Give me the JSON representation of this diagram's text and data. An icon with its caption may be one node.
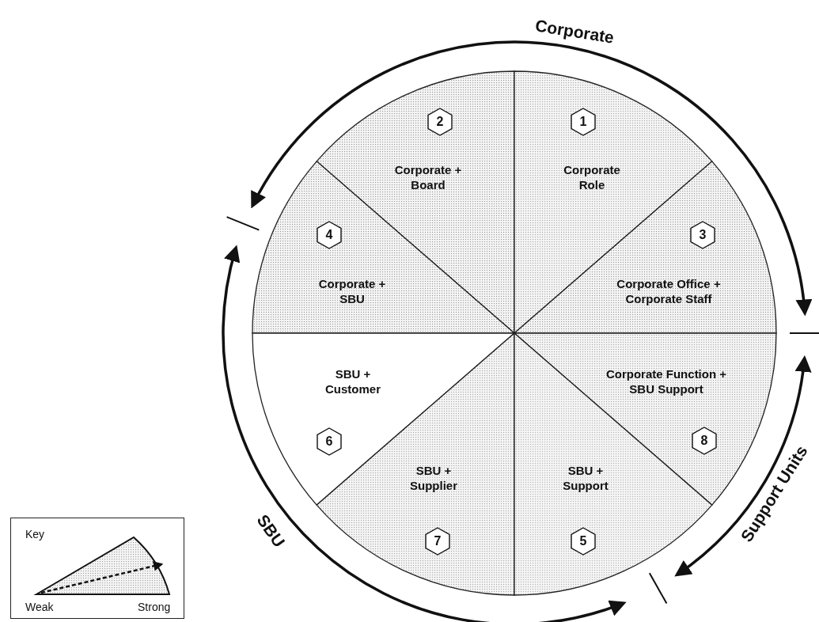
{
  "diagram": {
    "nodes": [
      {
        "text": [
          "Corporate + Board"
        ]
      },
      {
        "text": [
          "2"
        ],
        "in": 0
      },
      {
        "text": [
          "Corporate Role"
        ]
      },
      {
        "text": [
          "1"
        ],
        "in": 2
      },
      {
        "text": [
          "Corporate + SBU"
        ]
      },
      {
        "text": [
          "4"
        ],
        "in": 4
      },
      {
        "text": [
          "Corporate Office + Corporate Staff"
        ]
      },
      {
        "text": [
          "3"
        ],
        "in": 6
      },
      {
        "text": [
          "SBU + Customer"
        ]
      },
      {
        "text": [
          "6"
        ],
        "in": 8
      },
      {
        "text": [
          "Corporate Function + SBU Support"
        ]
      },
      {
        "text": [
          "8"
        ],
        "in": 10
      },
      {
        "text": [
          "SBU + Supplier"
        ]
      },
      {
        "text": [
          "7"
        ],
        "in": 12
      },
      {
        "text": [
          "SBU + Support"
        ]
      },
      {
        "text": [
          "5"
        ],
        "in": 14
      }
    ],
    "labels": [
      "Corporate",
      "Support Units",
      "SBU",
      "Key",
      "Weak",
      "Strong"
    ]
  }
}
